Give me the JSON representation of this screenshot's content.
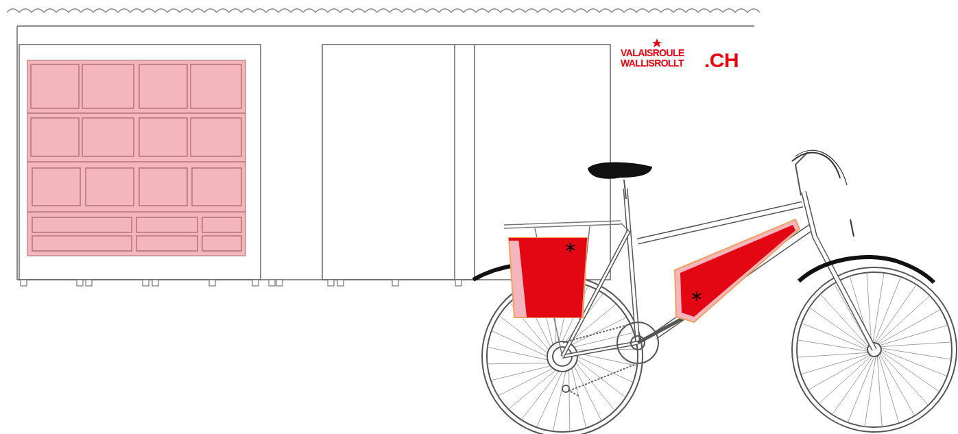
{
  "diagram": {
    "nodes": [
      {
        "text": [
          "*"
        ]
      },
      {
        "text": [
          "*"
        ]
      }
    ],
    "labels": [
      "VALAISROULE",
      "WALLISROLLT",
      ".CH"
    ]
  }
}
